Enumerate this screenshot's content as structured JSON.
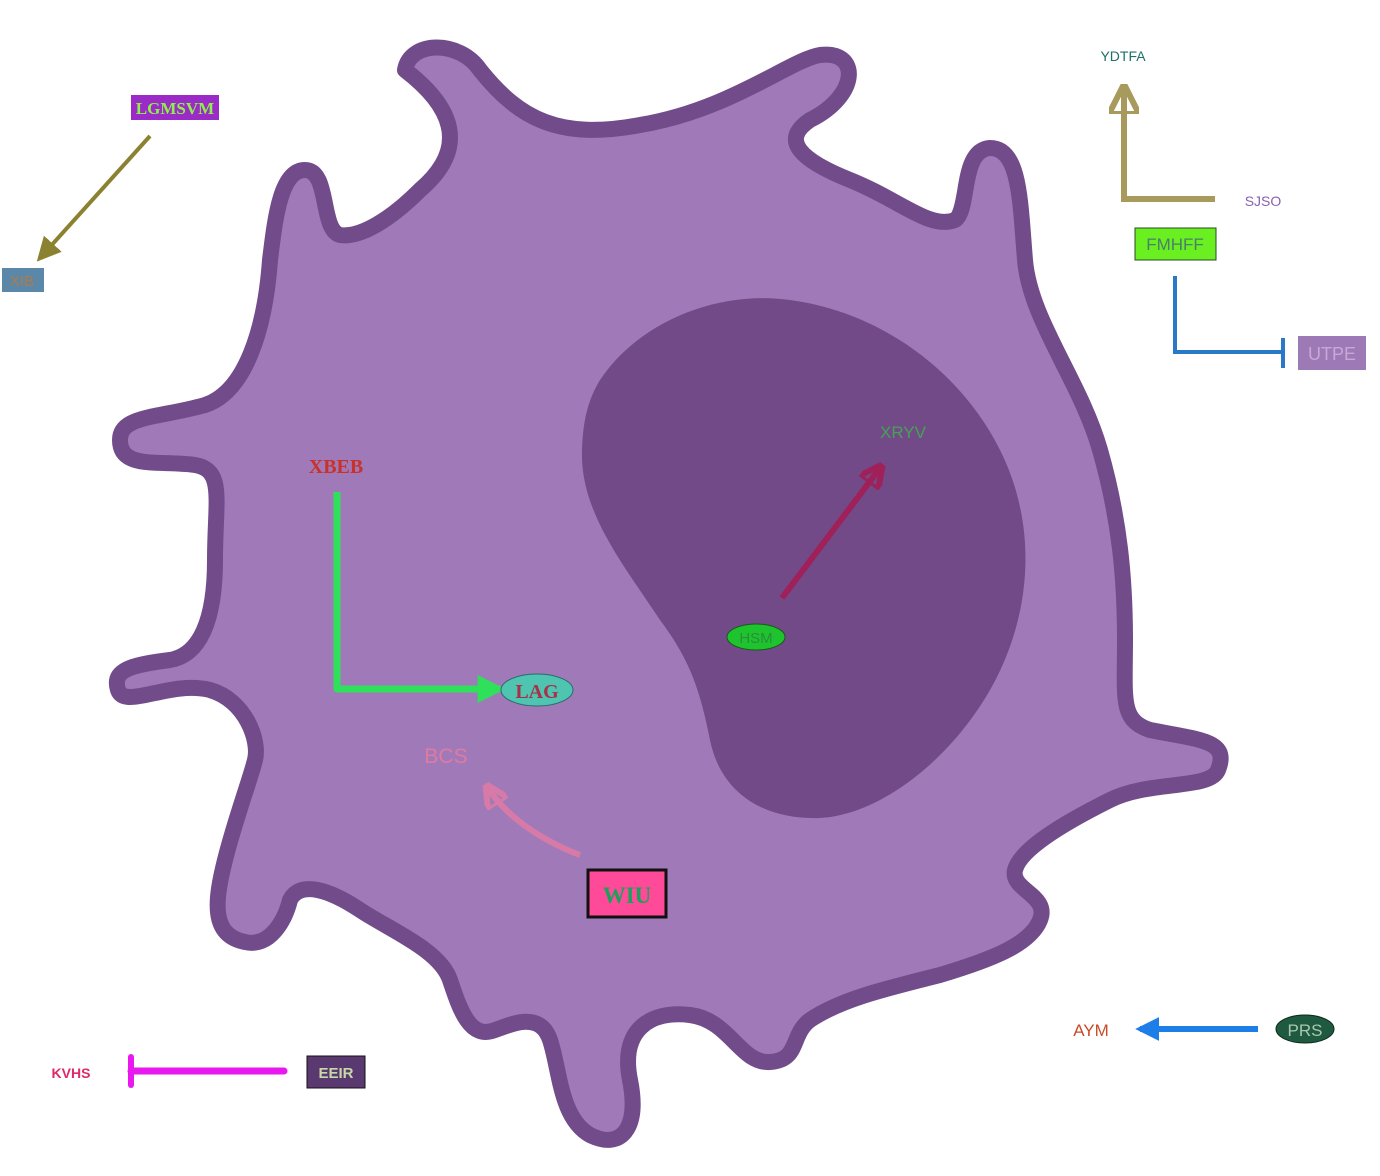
{
  "labels": {
    "lgmsvm": "LGMSVM",
    "xib": "XIB",
    "ydtfa": "YDTFA",
    "sjso": "SJSO",
    "fmhff": "FMHFF",
    "utpe": "UTPE",
    "xbeb": "XBEB",
    "lag": "LAG",
    "xryv": "XRYV",
    "hsm": "HSM",
    "bcs": "BCS",
    "wiu": "WIU",
    "kvhs": "KVHS",
    "eeir": "EEIR",
    "aym": "AYM",
    "prs": "PRS"
  },
  "colors": {
    "cell_fill": "#a07ab8",
    "cell_outline": "#724c8a",
    "nucleus_fill": "#714a87",
    "lgmsvm_box": "#9b2bc6",
    "lgmsvm_text": "#8ef04a",
    "xib_box": "#5b87a8",
    "xib_text": "#b07a48",
    "arrow_olive": "#8a8230",
    "ydtfa_text": "#1f6f6a",
    "arrow_khaki": "#a89a5c",
    "sjso_text": "#8a60b0",
    "fmhff_box": "#6af020",
    "fmhff_text": "#48806a",
    "arrow_blue_inhibit": "#2a78c8",
    "utpe_box": "#9d79b6",
    "utpe_text": "#c8a8d8",
    "xbeb_text": "#c8322a",
    "arrow_green": "#2ee05a",
    "lag_fill": "#4fc4b0",
    "lag_text": "#a83048",
    "xryv_text": "#48a058",
    "arrow_magenta": "#a0205a",
    "hsm_fill": "#1ec42e",
    "hsm_text": "#2c8c3c",
    "bcs_text": "#e07aa0",
    "arrow_pink": "#d87aa8",
    "wiu_box": "#ff4a9a",
    "wiu_text": "#1fa05a",
    "kvhs_text": "#e0286a",
    "inhibit_purple": "#e818ee",
    "eeir_box": "#5a3870",
    "eeir_text": "#c8d8a8",
    "aym_text": "#c84a2a",
    "arrow_blue": "#1e7ee8",
    "prs_fill": "#1f5a40",
    "prs_text": "#a8c8b0"
  }
}
